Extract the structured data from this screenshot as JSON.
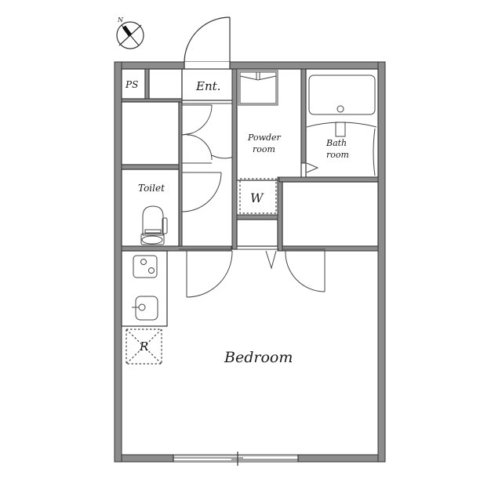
{
  "plan": {
    "type": "apartment-floor-plan",
    "compass": {
      "label": "N"
    },
    "rooms": {
      "ps": "PS",
      "entrance": "Ent.",
      "powder_room_line1": "Powder",
      "powder_room_line2": "room",
      "bath_room_line1": "Bath",
      "bath_room_line2": "room",
      "toilet": "Toilet",
      "washer": "W",
      "refrigerator": "R",
      "bedroom": "Bedroom"
    },
    "colors": {
      "wall_fill": "#8c8c8c",
      "line": "#333333",
      "background": "#ffffff"
    }
  }
}
